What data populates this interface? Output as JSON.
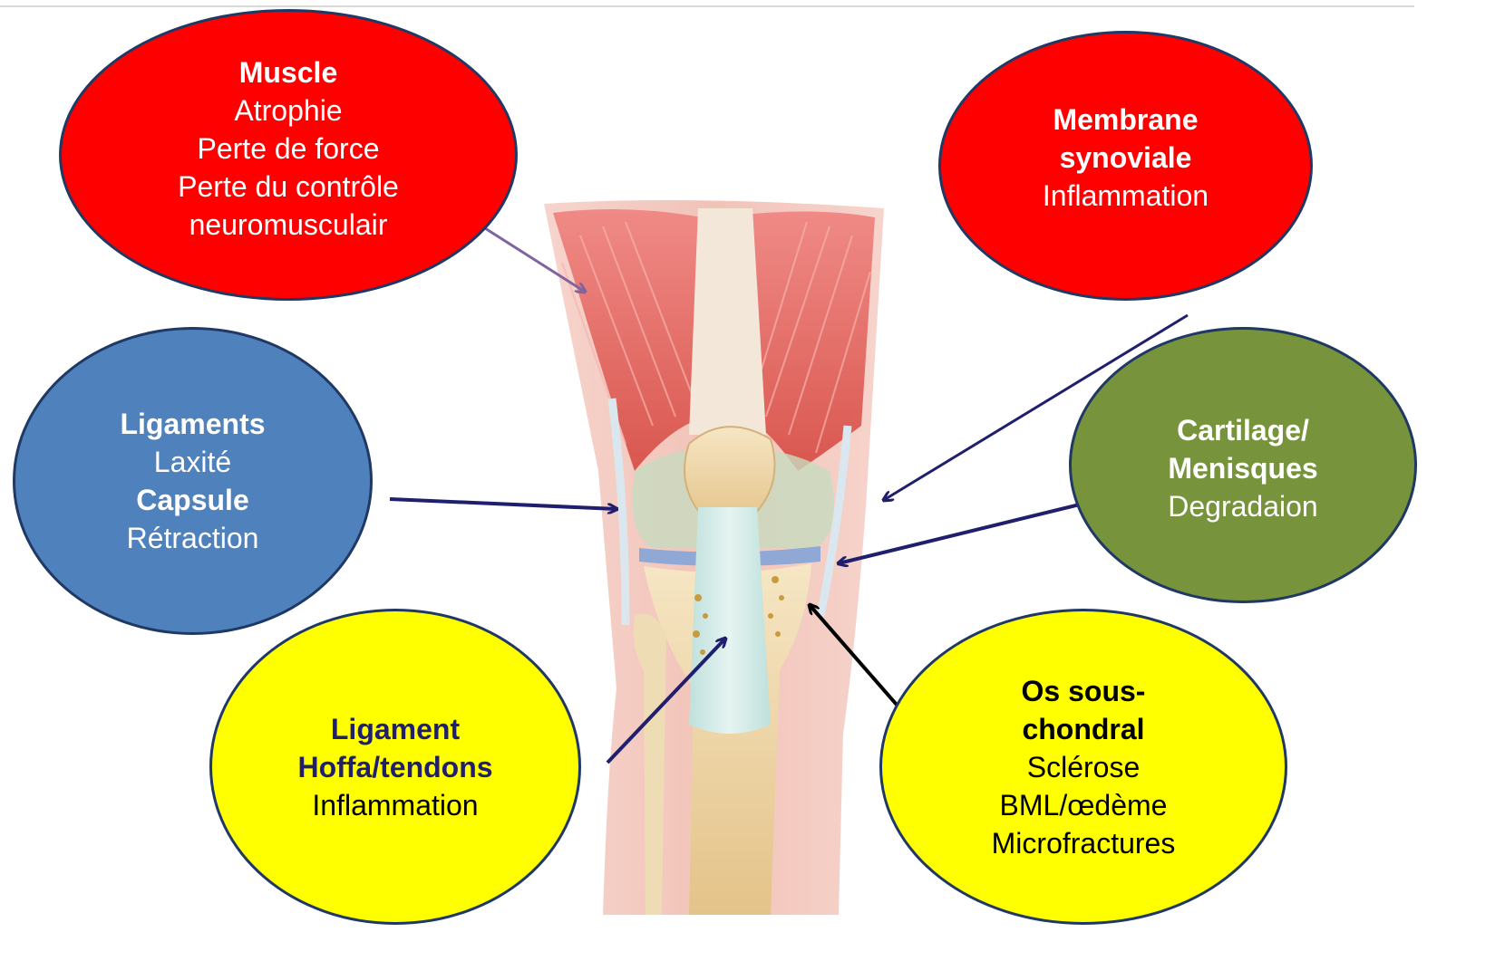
{
  "bubbles": {
    "muscle": {
      "title": "Muscle",
      "lines": [
        "Atrophie",
        "Perte de force",
        "Perte du contrôle",
        "neuromusculair"
      ]
    },
    "synoviale": {
      "title1": "Membrane",
      "title2": "synoviale",
      "line1": "Inflammation"
    },
    "ligaments": {
      "title1": "Ligaments",
      "line1": "Laxité",
      "title2": "Capsule",
      "line2": "Rétraction"
    },
    "cartilage": {
      "title1": "Cartilage/",
      "title2": "Menisques",
      "line1": "Degradaion"
    },
    "hoffa": {
      "title1": "Ligament",
      "title2": "Hoffa/tendons",
      "line1": "Inflammation"
    },
    "os": {
      "title1": "Os sous-",
      "title2": "chondral",
      "lines": [
        "Sclérose",
        "BML/œdème",
        "Microfractures"
      ]
    }
  },
  "colors": {
    "red": "#ff0000",
    "blue": "#4f81bd",
    "green": "#77933c",
    "yellow": "#ffff00",
    "border": "#1f3864",
    "arrow_navy": "#1f1f6e",
    "arrow_purple": "#8064a2"
  }
}
